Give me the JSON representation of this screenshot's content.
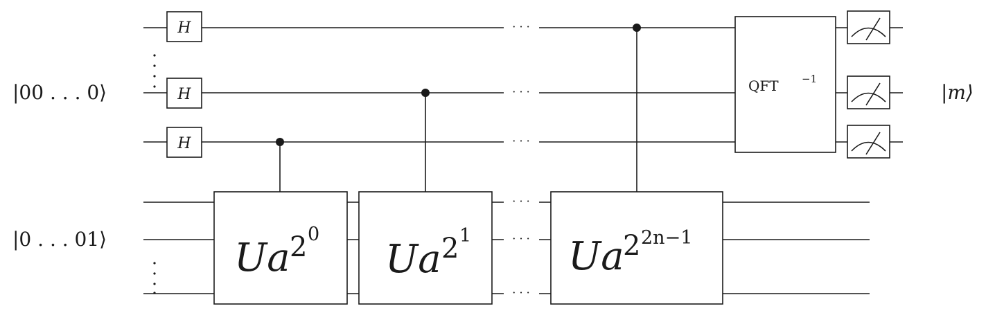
{
  "registers": {
    "top_label": "|00 . . . 0⟩",
    "bottom_label": "|0 . . . 01⟩",
    "output_label": "|m⟩"
  },
  "gates": {
    "hadamard": "H",
    "u_base": "Ua",
    "u_sup_base": "2",
    "u_exponents": [
      "0",
      "1",
      "2n−1"
    ],
    "qft_label": "QFT",
    "qft_exp": "−1"
  },
  "ellipsis": "· · ·",
  "colors": {
    "ink": "#1a1a1a",
    "background": "#ffffff"
  }
}
